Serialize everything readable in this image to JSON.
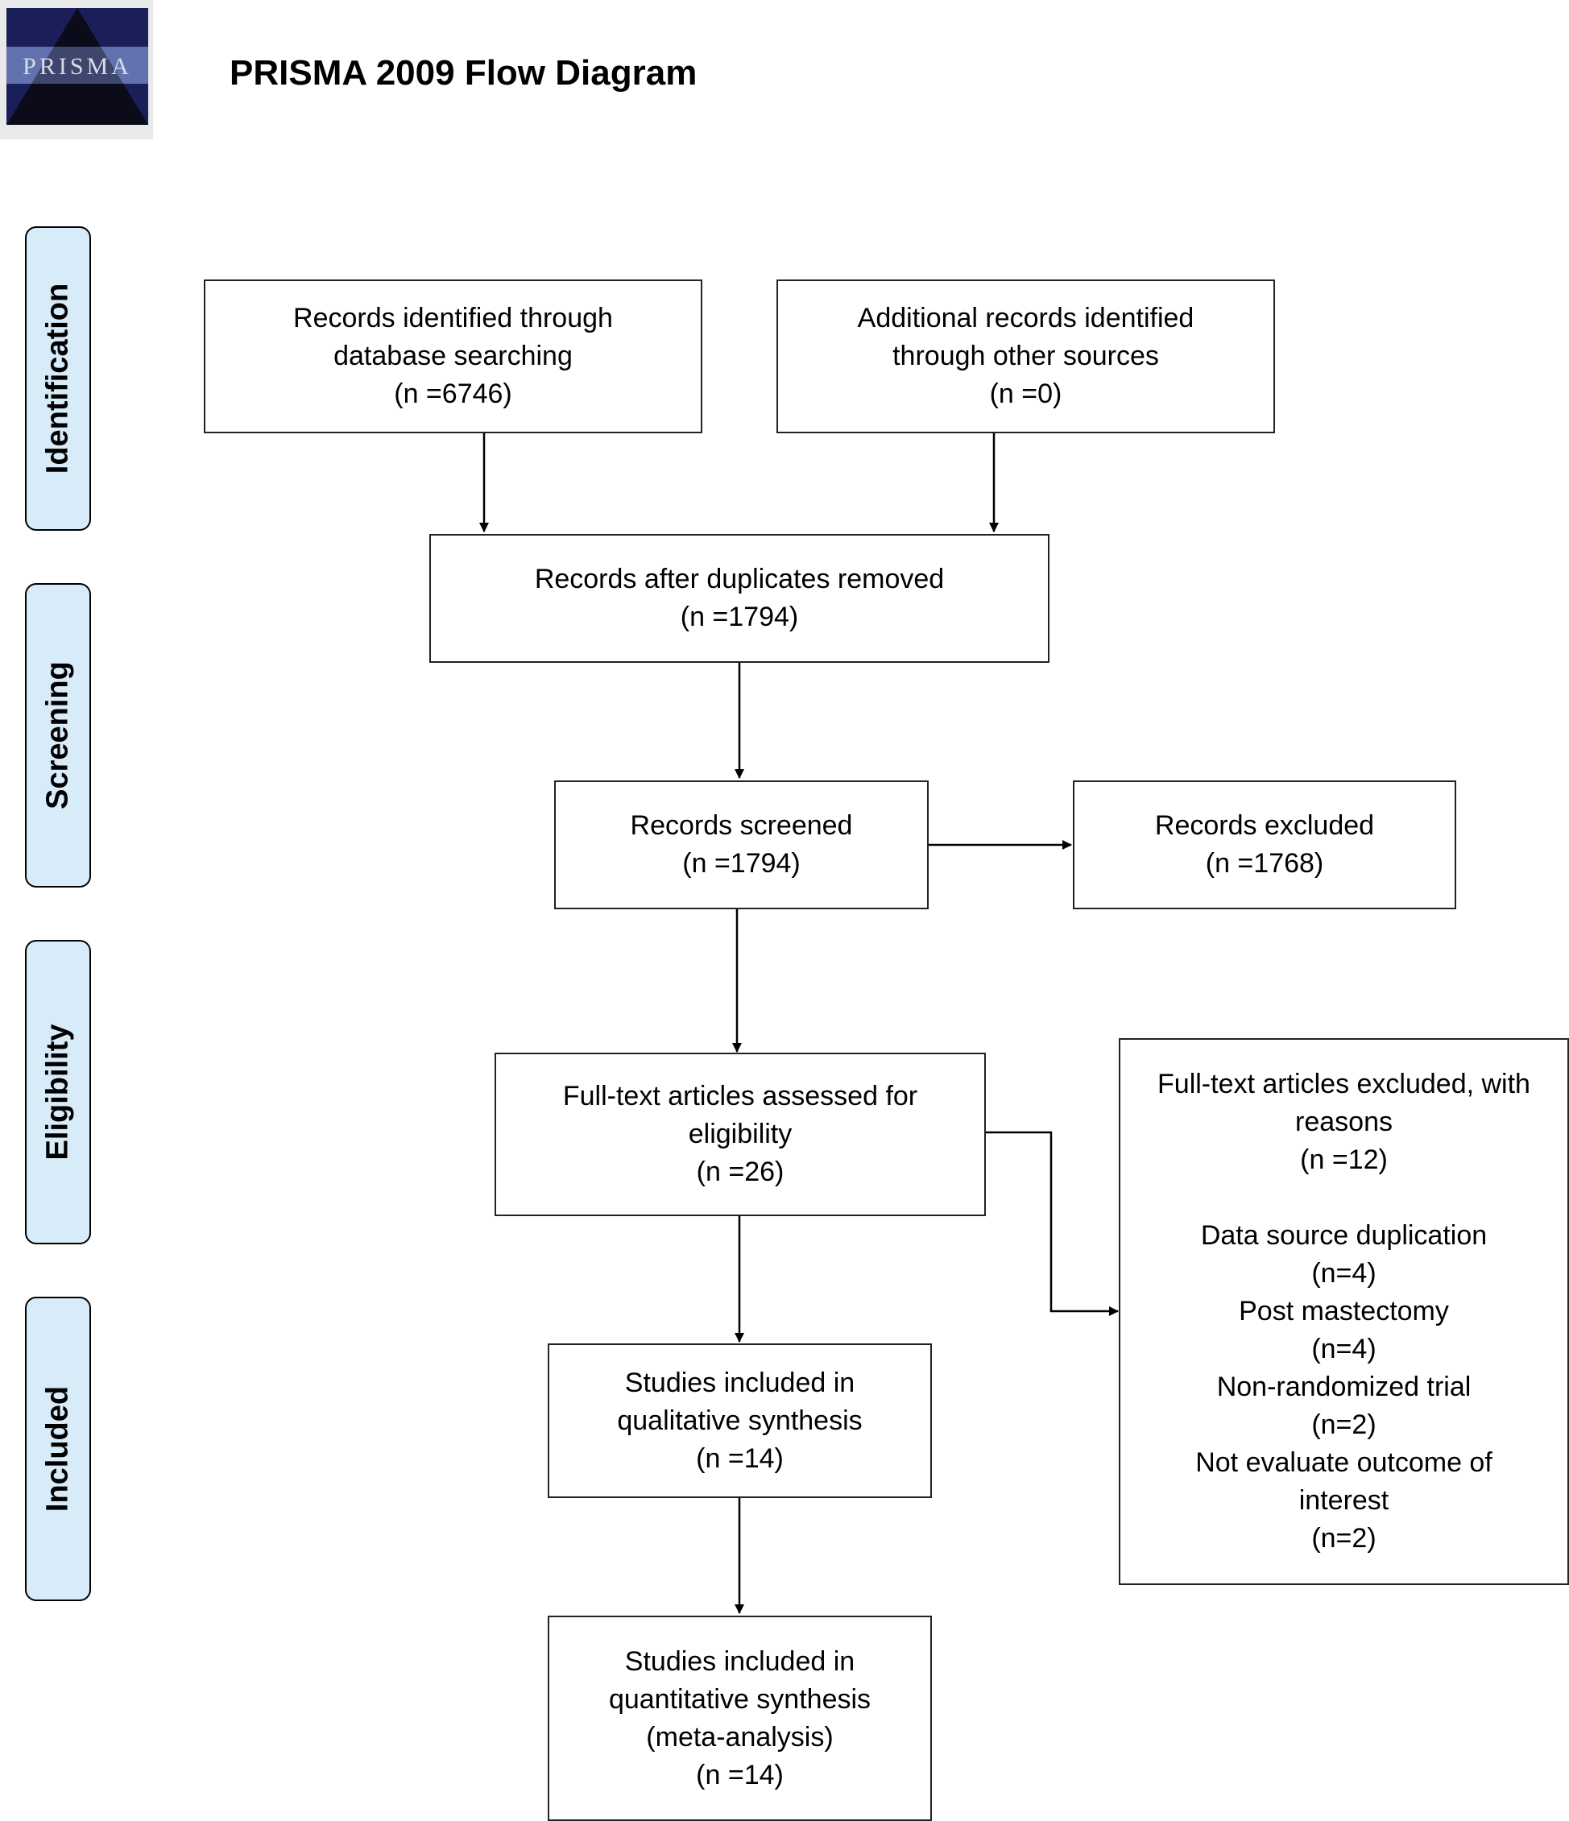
{
  "logo": {
    "text": "PRISMA"
  },
  "title": "PRISMA 2009 Flow Diagram",
  "phases": [
    {
      "label": "Identification"
    },
    {
      "label": "Screening"
    },
    {
      "label": "Eligibility"
    },
    {
      "label": "Included"
    }
  ],
  "boxes": {
    "database_search": {
      "line1": "Records identified through",
      "line2": "database searching",
      "count": "(n =6746)"
    },
    "other_sources": {
      "line1": "Additional records identified",
      "line2": "through other sources",
      "count": "(n =0)"
    },
    "after_duplicates": {
      "line1": "Records after duplicates removed",
      "count": "(n =1794)"
    },
    "screened": {
      "line1": "Records screened",
      "count": "(n =1794)"
    },
    "excluded": {
      "line1": "Records excluded",
      "count": "(n =1768)"
    },
    "fulltext_assessed": {
      "line1": "Full-text articles assessed for",
      "line2": "eligibility",
      "count": "(n =26)"
    },
    "fulltext_excluded": {
      "line1": "Full-text articles excluded, with",
      "line2": "reasons",
      "count": "(n =12)",
      "reasons": [
        {
          "label": "Data source duplication",
          "count": "(n=4)"
        },
        {
          "label": "Post mastectomy",
          "count": "(n=4)"
        },
        {
          "label": "Non-randomized trial",
          "count": "(n=2)"
        },
        {
          "label_line1": "Not evaluate outcome of",
          "label_line2": "interest",
          "count": "(n=2)"
        }
      ]
    },
    "qualitative": {
      "line1": "Studies included in",
      "line2": "qualitative synthesis",
      "count": "(n =14)"
    },
    "quantitative": {
      "line1": "Studies included in",
      "line2": "quantitative synthesis",
      "line3": "(meta-analysis)",
      "count": "(n =14)"
    }
  }
}
